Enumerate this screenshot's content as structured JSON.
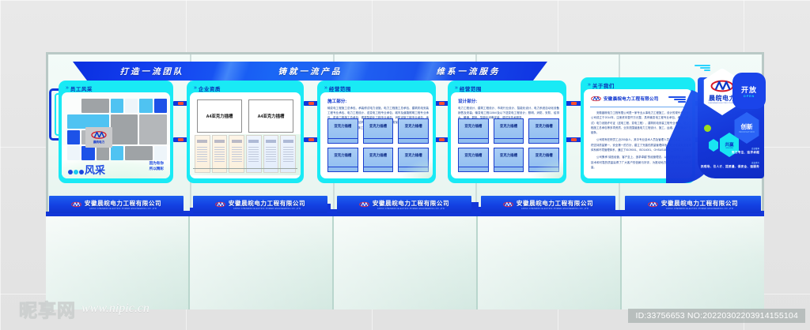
{
  "banner": {
    "slogans": [
      "打造一流团队",
      "铸就一流产品",
      "维系一流服务"
    ]
  },
  "panels": {
    "employee": {
      "title": "员工风采",
      "chevron": "»",
      "feng": "风采",
      "slogan": "因为有你\n所以精彩",
      "slogan_line1": "因为有你",
      "slogan_line2": "所以精彩",
      "photo_colors": [
        "#9fa3a6",
        "#4fc3f2",
        "#4fc3f2",
        "#1d52e8",
        "#4fc3f2",
        "#9fa3a6",
        "#9fa3a6",
        "#1d52e8",
        "#4fc3f2",
        "#9fa3a6",
        "#1d52e8",
        "#4fc3f2",
        "#9fa3a6"
      ]
    },
    "qualification": {
      "title": "企业资质",
      "chevron": "»",
      "a4_slots": [
        "A4亚克力插槽",
        "A4亚克力插槽"
      ]
    },
    "scope_construction": {
      "title": "经营范围",
      "chevron": "»",
      "sublabel": "施工部分:",
      "body": "输变电工程施工总承包、承装修试电力设施、电力工程施工总承包、建筑机电安装工程专业承包、电力工程设计、送变电工程专业承包、城市及道路照明工程专业承包、机电工程施工总承包、建筑智能化工程专业承包、消防设施工程专业承包、地基基础工程专业承包、钢结构工程专业承包、防水防腐保温工程专业承包、环保工程专业承包、建筑装修装饰工程专业承包。",
      "slots": [
        "亚克力插槽",
        "亚克力插槽",
        "亚克力插槽",
        "亚克力插槽",
        "亚克力插槽",
        "亚克力插槽"
      ]
    },
    "scope_design": {
      "title": "经营范围",
      "chevron": "»",
      "sublabel": "设计部分:",
      "body": "电力工程设计、建筑工程设计、市政行业设计、智能化设计、电力系统自动化设备销售及安装；输变电工程110kV及以下送变电工程设计；照明、消防、安防、给排水、暖通、弱电、智能化设备安装、调试及技术服务。",
      "slots": [
        "亚克力插槽",
        "亚克力插槽",
        "亚克力插槽",
        "亚克力插槽",
        "亚克力插槽",
        "亚克力插槽"
      ]
    },
    "about": {
      "title": "关于我们",
      "chevron": "»",
      "company_name": "安徽晨皖电力工程有限公司",
      "para1": "安徽晨皖电力工程有限公司是一家专业从事电力工程施工、设计的现代化企业，公司成立于2014年，注册资本壹仟万元整，具有输变电工程专业承包、承装（修、试）电力设施许可证（送电工程、变电工程）、建筑机电安装工程专业承包、电力工程施工总承包等多项资质，业务范围涵盖电力工程设计、施工、运维、检修等全产业链条。",
      "para2": "公司现有在职员工近200余人，其中专业技术人员及管理人员近80余名，公司始终坚持质量第一、安全第一的方针，建立了完善的质量管理体系、职业健康安全管理体系和环境管理体系，通过了ISO9001、ISO14001、OHSAS18001三体系认证。",
      "para3": "公司秉承\"诚信经营、客户至上、追求卓越\"的经营理念，以优质的服务、过硬的技术和可靠的质量赢得了广大客户的信赖与好评，为推动地方电力事业发展贡献力量。"
    }
  },
  "hero": {
    "logo_cn": "晨皖电力",
    "logo_en": "CHENWAN ELECTRIC POWER",
    "open_cn": "开放",
    "open_en": "OPEN",
    "innovate_cn": "创新",
    "innovate_en": "INNOVATION",
    "win_cn": "共赢",
    "win_en": "WIN-WIN",
    "tag1_caption": "企业精神",
    "tag1": "努力专注、追求卓越",
    "tag2_caption": "企业宗旨",
    "tag2": "抓现场、引人才、提质量、保安全、强服务"
  },
  "footer": {
    "company_cn": "安徽晨皖电力工程有限公司",
    "company_en": "ANHUI CHENWAN ELECTRIC POWER ENGINEERING CO.,LTD",
    "count": 5
  },
  "watermark": {
    "cn": "昵享网",
    "url": "www.nipic.cn",
    "id_text": "ID:33756653 NO:20220302203914155104"
  },
  "colors": {
    "brand_blue": "#1236d8",
    "cyan": "#19eaf5",
    "banner_blue": "#1440f0",
    "accent_green": "#9ddc1e"
  }
}
